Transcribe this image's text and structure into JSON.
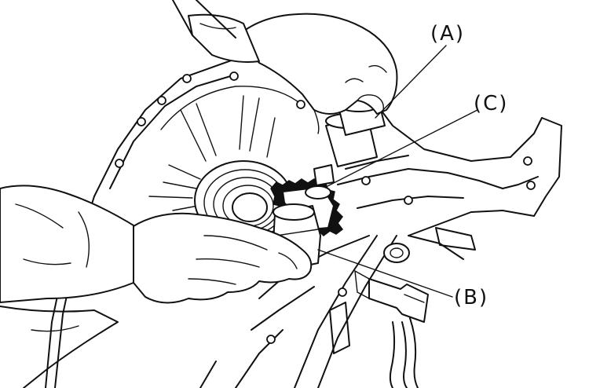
{
  "diagram": {
    "callouts": [
      {
        "id": "A",
        "text": "(A)"
      },
      {
        "id": "C",
        "text": "(C)"
      },
      {
        "id": "B",
        "text": "(B)"
      }
    ]
  },
  "colors": {
    "ink": "#111111",
    "paper": "#ffffff"
  }
}
